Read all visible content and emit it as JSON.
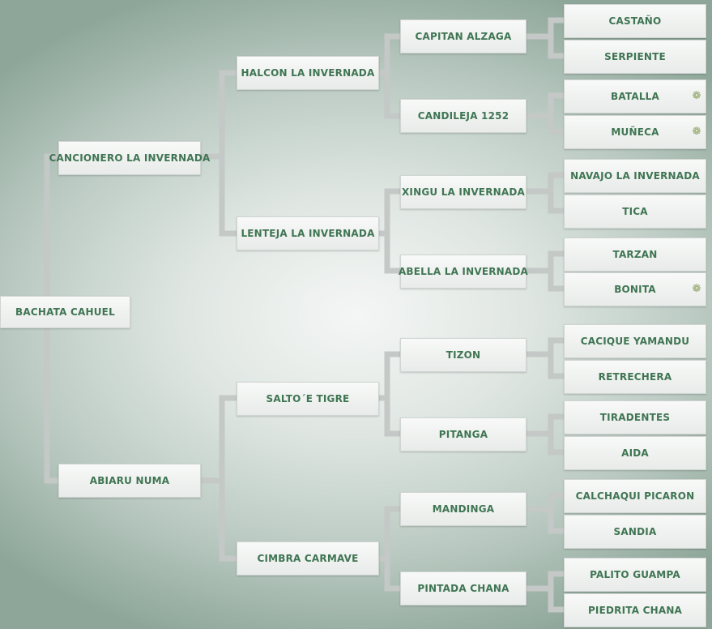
{
  "pedigree": {
    "subject": "BACHATA CAHUEL",
    "sire": "CANCIONERO LA INVERNADA",
    "dam": "ABIARU NUMA",
    "paternal_grandsire": "HALCON LA INVERNADA",
    "paternal_granddam": "LENTEJA LA INVERNADA",
    "maternal_grandsire": "SALTO´E TIGRE",
    "maternal_granddam": "CIMBRA CARMAVE",
    "gen3": [
      "CAPITAN ALZAGA",
      "CANDILEJA 1252",
      "XINGU LA INVERNADA",
      "ABELLA LA INVERNADA",
      "TIZON",
      "PITANGA",
      "MANDINGA",
      "PINTADA CHANA"
    ],
    "gen4": [
      "CASTAÑO",
      "SERPIENTE",
      "BATALLA",
      "MUÑECA",
      "NAVAJO LA INVERNADA",
      "TICA",
      "TARZAN",
      "BONITA",
      "CACIQUE YAMANDU",
      "RETRECHERA",
      "TIRADENTES",
      "AIDA",
      "CALCHAQUI PICARON",
      "SANDIA",
      "PALITO GUAMPA",
      "PIEDRITA CHANA"
    ],
    "badge_icon": "rosette-icon"
  }
}
